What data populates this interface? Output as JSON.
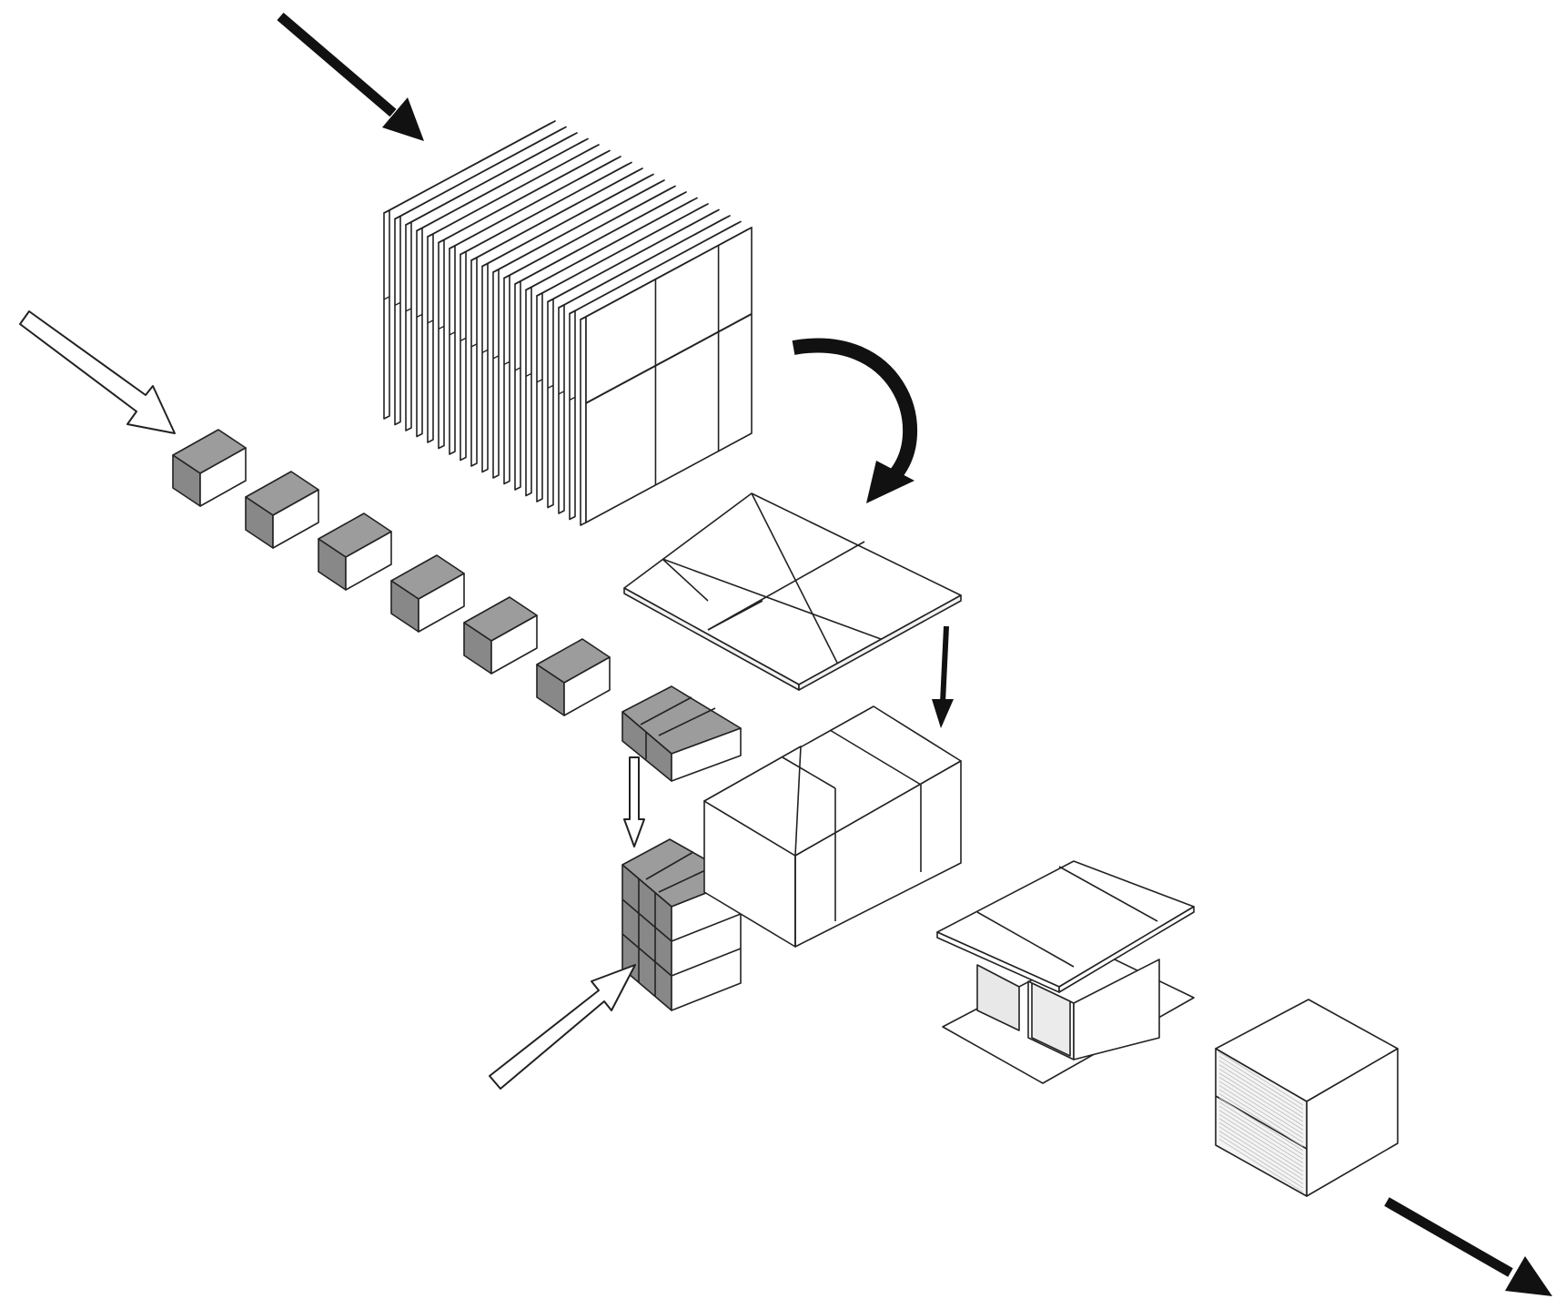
{
  "diagram": {
    "kind": "isometric-assembly-process",
    "text_labels": [],
    "colors": {
      "background": "#ffffff",
      "line": "#222222",
      "panel_face": "#ffffff",
      "block_top": "#9c9c9c",
      "block_side": "#888888",
      "block_front": "#ffffff",
      "module_inner": "#e6e6e6",
      "arrow_solid": "#111111",
      "arrow_outline": "#ffffff"
    },
    "stages": [
      {
        "name": "panel-stack",
        "panel_count": 19
      },
      {
        "name": "floor-panel",
        "grid": "2x2"
      },
      {
        "name": "block-row",
        "block_count": 6
      },
      {
        "name": "block-triple"
      },
      {
        "name": "block-cube",
        "grid": "3x3"
      },
      {
        "name": "module-shell"
      },
      {
        "name": "module-open"
      },
      {
        "name": "finished-unit"
      }
    ],
    "arrows": [
      {
        "name": "input-arrow-panels",
        "style": "solid"
      },
      {
        "name": "input-arrow-blocks",
        "style": "outline"
      },
      {
        "name": "curved-arrow-panel-to-floor",
        "style": "solid"
      },
      {
        "name": "arrow-floor-to-module",
        "style": "solid"
      },
      {
        "name": "arrow-blocks-to-cube",
        "style": "outline"
      },
      {
        "name": "input-arrow-cube",
        "style": "outline"
      },
      {
        "name": "output-arrow",
        "style": "solid"
      }
    ]
  }
}
